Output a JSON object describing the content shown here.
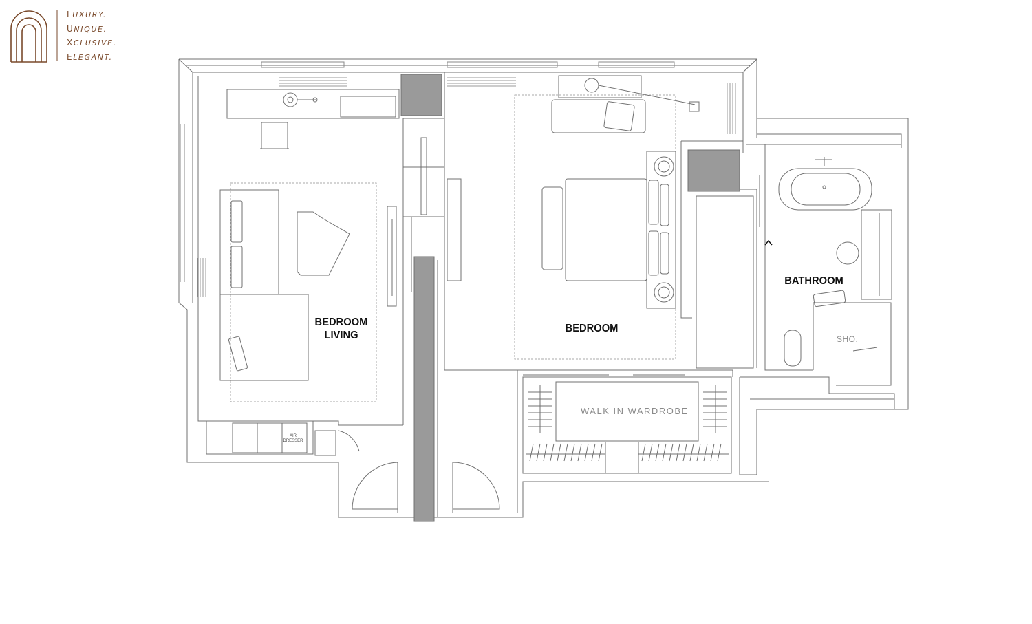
{
  "brand": {
    "logo_icon": "arch-logo-icon",
    "accent_color": "#7a4a2c",
    "tagline": [
      {
        "initial": "L",
        "rest": "UXURY."
      },
      {
        "initial": "U",
        "rest": "NIQUE."
      },
      {
        "initial": "X",
        "rest": "CLUSIVE."
      },
      {
        "initial": "E",
        "rest": "LEGANT."
      }
    ]
  },
  "rooms": {
    "bedroom_living": {
      "line1": "BEDROOM",
      "line2": "LIVING"
    },
    "bedroom": "BEDROOM",
    "bathroom": "BATHROOM",
    "walk_in_wardrobe": "WALK IN WARDROBE",
    "shower": "SHO.",
    "air_dresser": {
      "line1": "AIR",
      "line2": "DRESSER"
    }
  },
  "colors": {
    "wall_line": "#6e6e6e",
    "column_fill": "#9a9a9a",
    "background": "#ffffff"
  }
}
